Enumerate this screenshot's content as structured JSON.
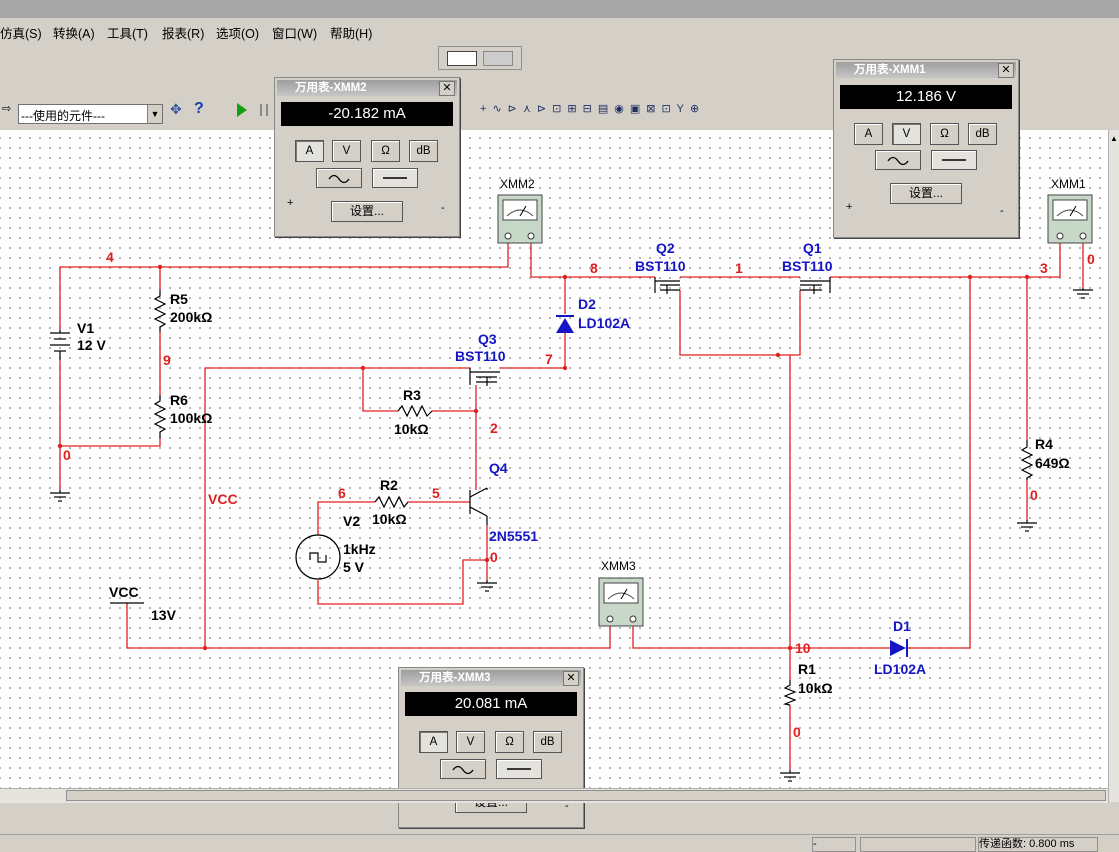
{
  "menu": [
    "仿真(S)",
    "转换(A)",
    "工具(T)",
    "报表(R)",
    "选项(O)",
    "窗口(W)",
    "帮助(H)"
  ],
  "toolbar": {
    "component_combo": "---使用的元件---",
    "help_icon_label": "?"
  },
  "meters": {
    "xmm1": {
      "title": "万用表-XMM1",
      "value": "12.186 V",
      "buttons": [
        "A",
        "V",
        "Ω",
        "dB"
      ],
      "selected": "V",
      "settings": "设置...",
      "plus": "+",
      "minus": "-"
    },
    "xmm2": {
      "title": "万用表-XMM2",
      "value": "-20.182 mA",
      "buttons": [
        "A",
        "V",
        "Ω",
        "dB"
      ],
      "selected": "A",
      "settings": "设置...",
      "plus": "+",
      "minus": "-"
    },
    "xmm3": {
      "title": "万用表-XMM3",
      "value": "20.081 mA",
      "buttons": [
        "A",
        "V",
        "Ω",
        "dB"
      ],
      "selected": "A",
      "settings": "设置...",
      "plus": "+",
      "minus": "-"
    }
  },
  "circuit": {
    "instruments": {
      "xmm1": "XMM1",
      "xmm2": "XMM2",
      "xmm3": "XMM3"
    },
    "components": {
      "v1_name": "V1",
      "v1_value": "12 V",
      "r5_name": "R5",
      "r5_value": "200kΩ",
      "r6_name": "R6",
      "r6_value": "100kΩ",
      "r3_name": "R3",
      "r3_value": "10kΩ",
      "r2_name": "R2",
      "r2_value": "10kΩ",
      "r1_name": "R1",
      "r1_value": "10kΩ",
      "r4_name": "R4",
      "r4_value": "649Ω",
      "q1_name": "Q1",
      "q1_model": "BST110",
      "q2_name": "Q2",
      "q2_model": "BST110",
      "q3_name": "Q3",
      "q3_model": "BST110",
      "q4_name": "Q4",
      "q4_model": "2N5551",
      "d1_name": "D1",
      "d1_model": "LD102A",
      "d2_name": "D2",
      "d2_model": "LD102A",
      "v2_name": "V2",
      "v2_freq": "1kHz",
      "v2_amp": "5 V",
      "vcc_net": "VCC",
      "vcc_label": "VCC",
      "vcc_value": "13V"
    },
    "nodes": {
      "n4": "4",
      "n9": "9",
      "n0a": "0",
      "n8": "8",
      "n1": "1",
      "n3": "3",
      "n0b": "0",
      "n7": "7",
      "n2": "2",
      "n6": "6",
      "n5": "5",
      "n0c": "0",
      "n10": "10",
      "n0d": "0",
      "n0e": "0"
    }
  },
  "status": {
    "text": "传递函数: 0.800 ms",
    "left_cell": "-"
  },
  "colors": {
    "wire": "#e02020",
    "component": "#000000",
    "label": "#1515c8",
    "node": "#e02020"
  }
}
